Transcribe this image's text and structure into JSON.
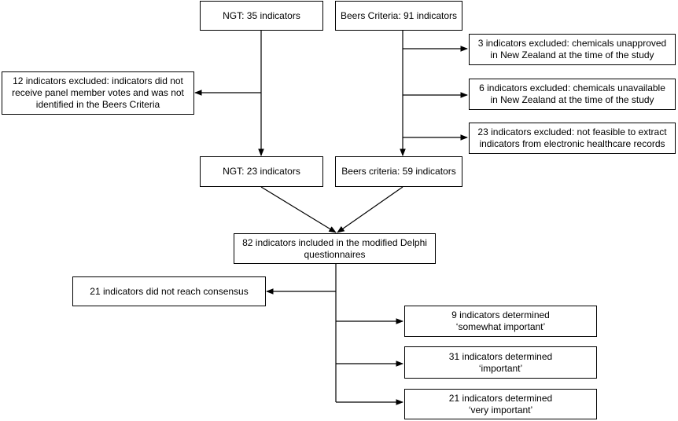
{
  "boxes": {
    "ngt_35": "NGT: 35 indicators",
    "beers_91": "Beers Criteria: 91 indicators",
    "excl_unapproved": "3 indicators excluded: chemicals unapproved\nin New Zealand at the time of the study",
    "excl_votes": "12 indicators excluded: indicators did not\nreceive panel member votes and was not\nidentified in the Beers Criteria",
    "excl_unavailable": "6 indicators excluded: chemicals unavailable\nin New Zealand at the time of the study",
    "excl_not_feasible": "23 indicators excluded: not feasible to extract\nindicators from electronic healthcare records",
    "ngt_23": "NGT: 23 indicators",
    "beers_59": "Beers criteria: 59 indicators",
    "included_82": "82 indicators included in the modified Delphi\nquestionnaires",
    "no_consensus": "21 indicators did not reach consensus",
    "somewhat_important": "9 indicators determined\n‘somewhat important’",
    "important": "31 indicators determined\n‘important’",
    "very_important": "21 indicators determined\n‘very important’"
  }
}
